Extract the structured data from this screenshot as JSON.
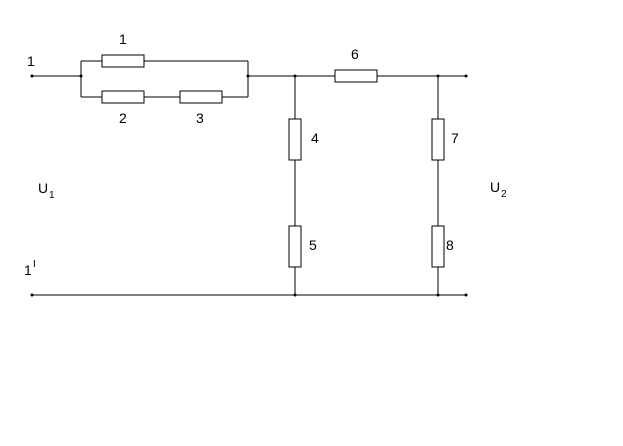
{
  "terminals": {
    "in_top": "1",
    "in_bottom": "1",
    "in_bottom_prime": "I"
  },
  "voltages": {
    "input_symbol": "U",
    "input_sub": "1",
    "output_symbol": "U",
    "output_sub": "2"
  },
  "resistors": {
    "r1": "1",
    "r2": "2",
    "r3": "3",
    "r4": "4",
    "r5": "5",
    "r6": "6",
    "r7": "7",
    "r8": "8"
  }
}
